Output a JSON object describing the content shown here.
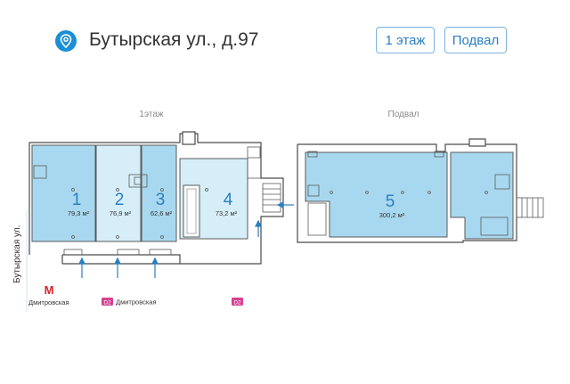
{
  "header": {
    "address": "Бутырская ул., д.97",
    "tabs": [
      {
        "label": "1 этаж"
      },
      {
        "label": "Подвал"
      }
    ]
  },
  "plan": {
    "floor1_label": "1этаж",
    "basement_label": "Подвал",
    "street_label": "Бутырская ул.",
    "metro_station": "Дмитровская",
    "line_badge_1": "D2",
    "line_badge_1_station": "Дмитровская",
    "line_badge_2": "D2",
    "rooms": [
      {
        "number": "1",
        "area": "79,3 м²"
      },
      {
        "number": "2",
        "area": "76,9 м²"
      },
      {
        "number": "3",
        "area": "62,6 м²"
      },
      {
        "number": "4",
        "area": "73,2 м²"
      },
      {
        "number": "5",
        "area": "300,2 м²"
      }
    ]
  },
  "colors": {
    "accent": "#1a8fd6",
    "room_fill": "#a8d8ef",
    "room_fill_light": "#d6eef8",
    "wall": "#4a4a4a",
    "d2_badge": "#d6418f"
  }
}
